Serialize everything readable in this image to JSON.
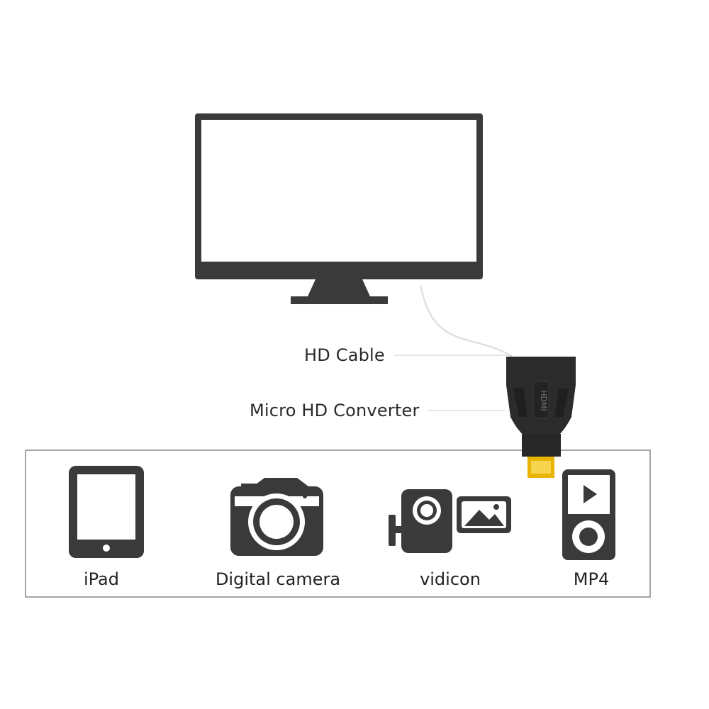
{
  "callouts": {
    "cable": "HD  Cable",
    "converter": "Micro HD Converter"
  },
  "adapter": {
    "logo": "HDMI"
  },
  "devices": [
    {
      "label": "iPad",
      "icon": "tablet-icon"
    },
    {
      "label": "Digital camera",
      "icon": "camera-icon"
    },
    {
      "label": "vidicon",
      "icon": "camcorder-icon"
    },
    {
      "label": "MP4",
      "icon": "media-player-icon"
    }
  ],
  "colors": {
    "icon": "#3a3a3a",
    "adapter_body": "#2b2b2b",
    "connector_gold": "#e8b400",
    "line": "#d9d9d9",
    "box_border": "#888888"
  }
}
